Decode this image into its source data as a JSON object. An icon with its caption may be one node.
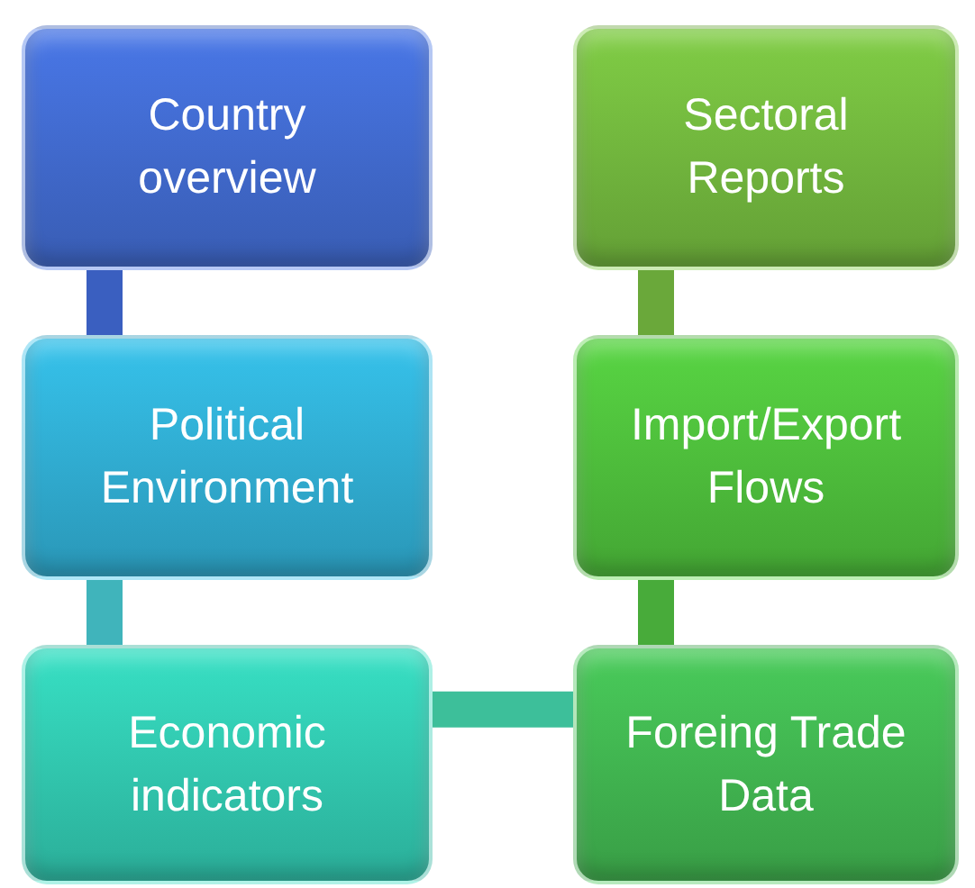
{
  "diagram": {
    "nodes": [
      {
        "text": [
          "Country overview"
        ]
      },
      {
        "text": [
          "Sectoral Reports"
        ]
      },
      {
        "text": [
          "Political Environment"
        ]
      },
      {
        "text": [
          "Import/Export Flows"
        ]
      },
      {
        "text": [
          "Economic indicators"
        ]
      },
      {
        "text": [
          "Foreing Trade Data"
        ]
      }
    ],
    "edges": [
      {
        "from": 0,
        "to": 2,
        "arrow": "none",
        "color": "#3a5fc0"
      },
      {
        "from": 2,
        "to": 4,
        "arrow": "none",
        "color": "#40b4bb"
      },
      {
        "from": 4,
        "to": 5,
        "arrow": "none",
        "color": "#3dbf9a"
      },
      {
        "from": 5,
        "to": 3,
        "arrow": "none",
        "color": "#48ab3a"
      },
      {
        "from": 3,
        "to": 1,
        "arrow": "none",
        "color": "#6aa83a"
      }
    ]
  }
}
